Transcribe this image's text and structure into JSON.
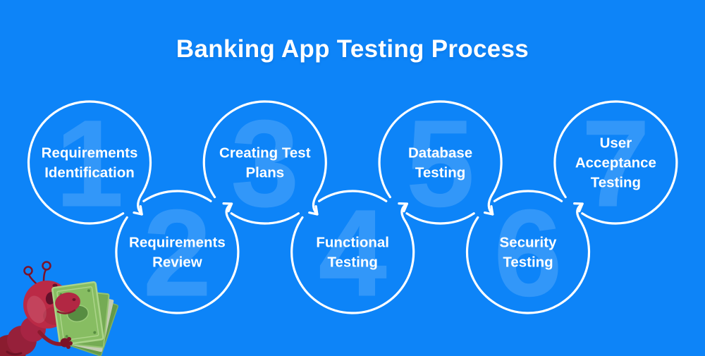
{
  "title": "Banking App Testing Process",
  "colors": {
    "background": "#0d84f8",
    "line": "#ffffff",
    "watermark_number": "rgba(255,255,255,0.155)",
    "label_text": "#ffffff",
    "ant_red": "#bb2a46",
    "money_green": "#87bd62"
  },
  "steps": [
    {
      "number": "1",
      "label": "Requirements Identification",
      "lines": [
        "Requirements",
        "Identification"
      ],
      "row": "top"
    },
    {
      "number": "2",
      "label": "Requirements Review",
      "lines": [
        "Requirements",
        "Review"
      ],
      "row": "bottom"
    },
    {
      "number": "3",
      "label": "Creating Test Plans",
      "lines": [
        "Creating Test",
        "Plans"
      ],
      "row": "top"
    },
    {
      "number": "4",
      "label": "Functional Testing",
      "lines": [
        "Functional",
        "Testing"
      ],
      "row": "bottom"
    },
    {
      "number": "5",
      "label": "Database Testing",
      "lines": [
        "Database",
        "Testing"
      ],
      "row": "top"
    },
    {
      "number": "6",
      "label": "Security Testing",
      "lines": [
        "Security",
        "Testing"
      ],
      "row": "bottom"
    },
    {
      "number": "7",
      "label": "User Acceptance Testing",
      "lines": [
        "User",
        "Acceptance",
        "Testing"
      ],
      "row": "top"
    }
  ],
  "mascot": {
    "name": "red ant hugging dollar bills"
  }
}
